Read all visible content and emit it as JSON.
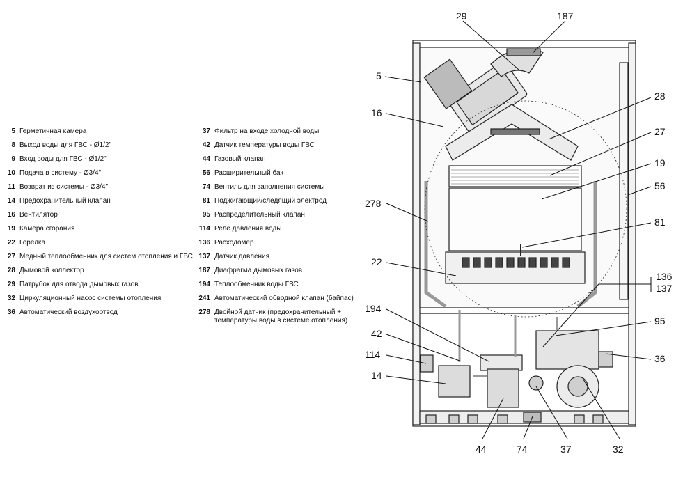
{
  "legend_left": [
    {
      "num": "5",
      "text": "Герметичная камера"
    },
    {
      "num": "8",
      "text": "Выход воды для ГВС - Ø1/2\""
    },
    {
      "num": "9",
      "text": "Вход воды для ГВС - Ø1/2\""
    },
    {
      "num": "10",
      "text": "Подача в систему - Ø3/4\""
    },
    {
      "num": "11",
      "text": "Возврат из системы - Ø3/4\""
    },
    {
      "num": "14",
      "text": "Предохранительный клапан"
    },
    {
      "num": "16",
      "text": "Вентилятор"
    },
    {
      "num": "19",
      "text": "Камера сгорания"
    },
    {
      "num": "22",
      "text": "Горелка"
    },
    {
      "num": "27",
      "text": "Медный теплообменник для систем отопления и ГВС"
    },
    {
      "num": "28",
      "text": "Дымовой коллектор"
    },
    {
      "num": "29",
      "text": "Патрубок для отвода дымовых газов"
    },
    {
      "num": "32",
      "text": "Циркуляционный насос системы отопления"
    },
    {
      "num": "36",
      "text": "Автоматический воздухоотвод"
    }
  ],
  "legend_right": [
    {
      "num": "37",
      "text": "Фильтр на входе холодной воды"
    },
    {
      "num": "42",
      "text": "Датчик температуры воды ГВС"
    },
    {
      "num": "44",
      "text": "Газовый клапан"
    },
    {
      "num": "56",
      "text": "Расширительный бак"
    },
    {
      "num": "74",
      "text": "Вентиль для заполнения системы"
    },
    {
      "num": "81",
      "text": "Поджигающий/следящий электрод"
    },
    {
      "num": "95",
      "text": "Распределительный клапан"
    },
    {
      "num": "114",
      "text": "Реле давления воды"
    },
    {
      "num": "136",
      "text": "Расходомер"
    },
    {
      "num": "137",
      "text": "Датчик давления"
    },
    {
      "num": "187",
      "text": "Диафрагма дымовых газов"
    },
    {
      "num": "194",
      "text": "Теплообменник воды ГВС"
    },
    {
      "num": "241",
      "text": "Автоматический обводной клапан (байпас)"
    },
    {
      "num": "278",
      "text": "Двойной датчик (предохранительный +\nтемпературы воды в системе отопления)"
    }
  ],
  "callouts": {
    "c29": "29",
    "c187": "187",
    "c5": "5",
    "c28": "28",
    "c16": "16",
    "c27": "27",
    "c19": "19",
    "c56": "56",
    "c278": "278",
    "c81": "81",
    "c22": "22",
    "c136": "136",
    "c137": "137",
    "c194": "194",
    "c95": "95",
    "c42": "42",
    "c114": "114",
    "c36": "36",
    "c14": "14",
    "c44": "44",
    "c74": "74",
    "c37": "37",
    "c32": "32"
  }
}
